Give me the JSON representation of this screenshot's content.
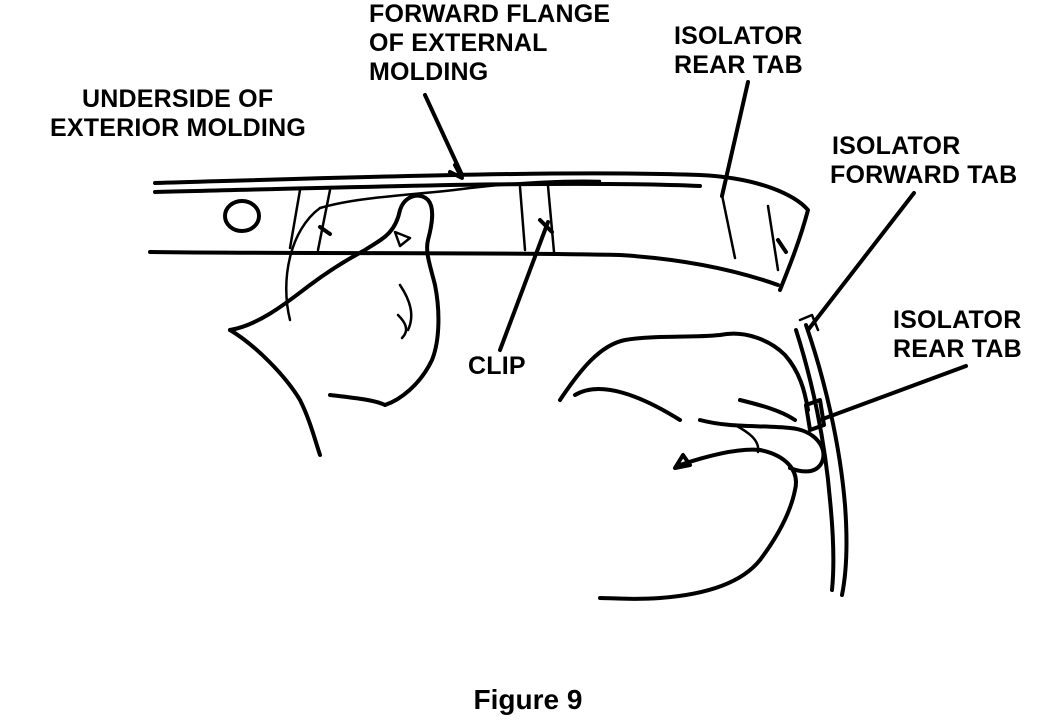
{
  "labels": {
    "forward_flange": [
      "FORWARD FLANGE",
      "OF EXTERNAL",
      "MOLDING"
    ],
    "isolator_rear_tab_top": [
      "ISOLATOR",
      "REAR TAB"
    ],
    "underside": [
      "UNDERSIDE OF",
      "EXTERIOR MOLDING"
    ],
    "isolator_forward_tab": [
      "ISOLATOR",
      "FORWARD TAB"
    ],
    "isolator_rear_tab_right": [
      "ISOLATOR",
      "REAR TAB"
    ],
    "clip": "CLIP"
  },
  "caption": "Figure 9"
}
